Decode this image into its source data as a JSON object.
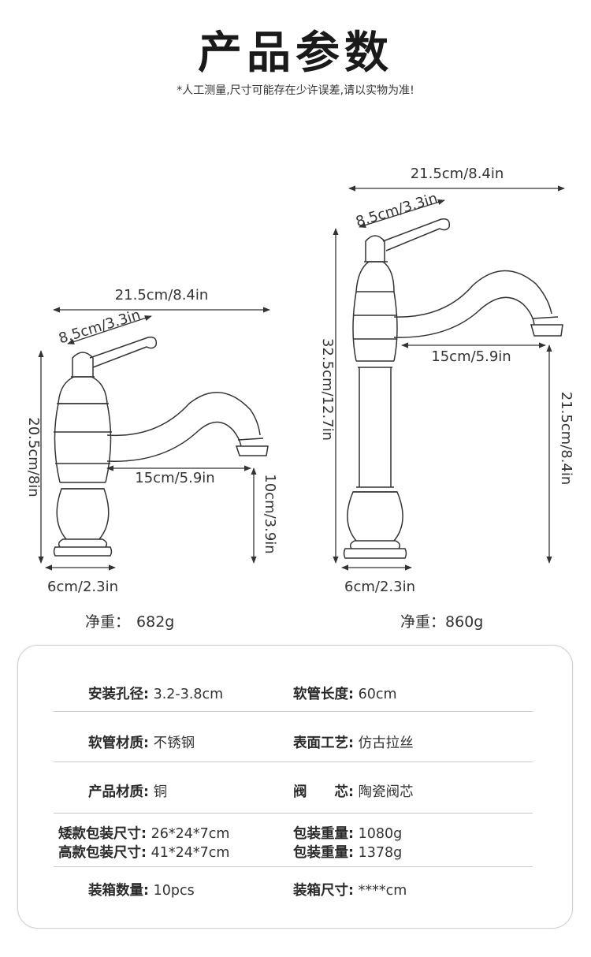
{
  "title": "产品参数",
  "subtitle": "*人工测量,尺寸可能存在少许误差,请以实物为准!",
  "short_model": {
    "dims": {
      "total_width": "21.5cm/8.4in",
      "handle_length": "8.5cm/3.3in",
      "height": "20.5cm/8in",
      "spout_reach": "15cm/5.9in",
      "spout_height": "10cm/3.9in",
      "base_diameter": "6cm/2.3in"
    },
    "weight_label": "净重：",
    "weight_value": "682g"
  },
  "tall_model": {
    "dims": {
      "total_width": "21.5cm/8.4in",
      "handle_length": "8.5cm/3.3in",
      "height": "32.5cm/12.7in",
      "spout_reach": "15cm/5.9in",
      "spout_height": "21.5cm/8.4in",
      "base_diameter": "6cm/2.3in"
    },
    "weight_label": "净重：",
    "weight_value": "860g"
  },
  "specs": {
    "row1": {
      "l_label": "安装孔径:",
      "l_value": "3.2-3.8cm",
      "r_label": "软管长度:",
      "r_value": "60cm"
    },
    "row2": {
      "l_label": "软管材质:",
      "l_value": "不锈钢",
      "r_label": "表面工艺:",
      "r_value": "仿古拉丝"
    },
    "row3": {
      "l_label": "产品材质:",
      "l_value": "铜",
      "r_label": "阀　　芯:",
      "r_value": "陶瓷阀芯"
    },
    "row4": {
      "l_label_a": "矮款包装尺寸:",
      "l_value_a": "26*24*7cm",
      "l_label_b": "高款包装尺寸:",
      "l_value_b": "41*24*7cm",
      "r_label_a": "包装重量:",
      "r_value_a": "1080g",
      "r_label_b": "包装重量:",
      "r_value_b": "1378g"
    },
    "row5": {
      "l_label": "装箱数量:",
      "l_value": "10pcs",
      "r_label": "装箱尺寸:",
      "r_value": "****cm"
    }
  }
}
